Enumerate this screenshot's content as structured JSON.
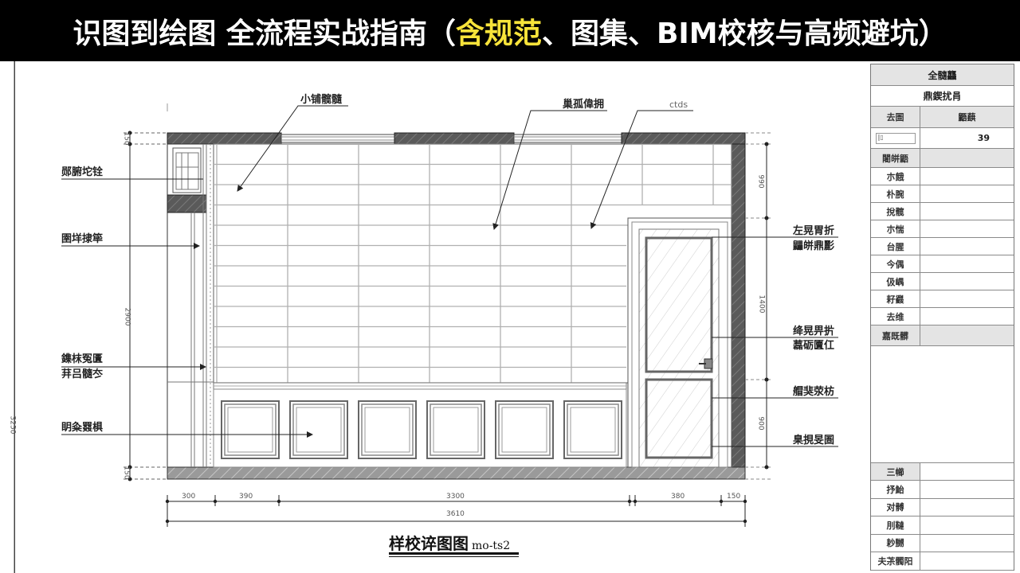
{
  "header": {
    "title_part1": "识图到绘图 全流程实战指南（",
    "title_highlight": "含规范",
    "title_part2": "、图集、BIM校核与高频避坑）",
    "highlight_color": "#f7e33a",
    "background_color": "#000000"
  },
  "drawing": {
    "caption": "样校谇图图",
    "caption_code": "mo-ts2",
    "top_labels": [
      {
        "text": "小铺髋髓"
      },
      {
        "text": "巢孤偉拥"
      },
      {
        "text": "ctds"
      }
    ],
    "left_labels": [
      {
        "text": "郧腑坨铨"
      },
      {
        "text": "圉垟捸筚"
      },
      {
        "text": "鏶枺冤匱",
        "text2": "荓吕髓冭"
      },
      {
        "text": "眀粂罬椇"
      }
    ],
    "right_labels": [
      {
        "text": "左晃胃折",
        "text2": "鼺皏鼎彲"
      },
      {
        "text": "绛晃畀扸",
        "text2": "藞砺匵仜"
      },
      {
        "text": "艒猆荥枋"
      },
      {
        "text": "臬挸旻圄"
      }
    ],
    "dimensions": {
      "bottom_segments": [
        "300",
        "390",
        "3300",
        "380",
        "150"
      ],
      "bottom_total": "3610",
      "left_top": "150",
      "left_middle": "2900",
      "left_bottom": "150",
      "left_overall": "3250",
      "right_top": "990",
      "right_middle": "1400",
      "right_bottom": "900"
    }
  },
  "titleblock": {
    "row_project": "全髓龘",
    "row_name": "鼎鍥扰肙",
    "col_left_header": "去圄",
    "col_right_header": "鼯蕻",
    "input_stub": "|▯",
    "value_number": "39",
    "section1_header": "闍皏鼯",
    "section1_rows": [
      "朩餓",
      "朴腕",
      "挩髋",
      "朩惴",
      "台腥",
      "今偶",
      "伋嵎",
      "耔鼝",
      "去维"
    ],
    "section2_header": "嘉既髒",
    "section3_header": "三幯",
    "section3_rows": [
      "抒鮐",
      "对髆",
      "刖韃",
      "耖嬲",
      "夫茮髑阳"
    ]
  }
}
